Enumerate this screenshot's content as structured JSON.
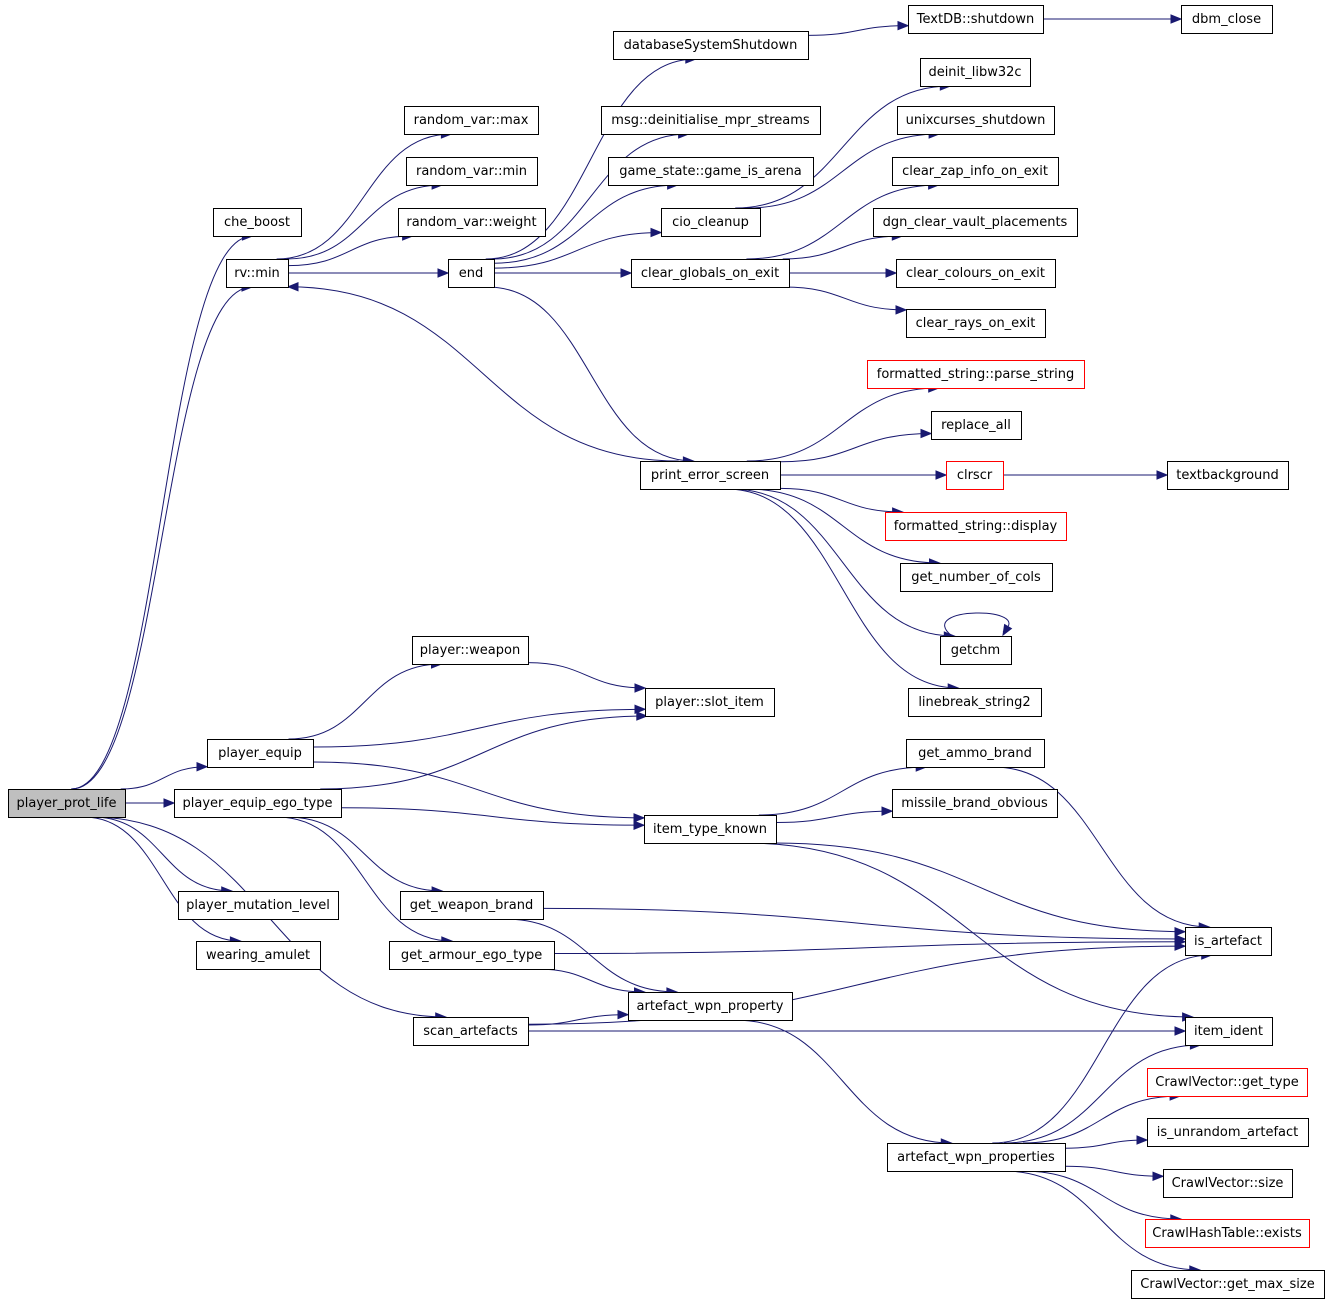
{
  "diagram": {
    "nodes": [
      {
        "id": "player_prot_life",
        "label": "player_prot_life",
        "style": "root"
      },
      {
        "id": "che_boost",
        "label": "che_boost",
        "style": "normal"
      },
      {
        "id": "rv_min",
        "label": "rv::min",
        "style": "normal"
      },
      {
        "id": "random_var_max",
        "label": "random_var::max",
        "style": "normal"
      },
      {
        "id": "random_var_min",
        "label": "random_var::min",
        "style": "normal"
      },
      {
        "id": "random_var_weight",
        "label": "random_var::weight",
        "style": "normal"
      },
      {
        "id": "end",
        "label": "end",
        "style": "normal"
      },
      {
        "id": "databaseSystemShutdown",
        "label": "databaseSystemShutdown",
        "style": "normal"
      },
      {
        "id": "TextDB_shutdown",
        "label": "TextDB::shutdown",
        "style": "normal"
      },
      {
        "id": "dbm_close",
        "label": "dbm_close",
        "style": "normal"
      },
      {
        "id": "msg_deinit",
        "label": "msg::deinitialise_mpr_streams",
        "style": "normal"
      },
      {
        "id": "game_is_arena",
        "label": "game_state::game_is_arena",
        "style": "normal"
      },
      {
        "id": "cio_cleanup",
        "label": "cio_cleanup",
        "style": "normal"
      },
      {
        "id": "deinit_libw32c",
        "label": "deinit_libw32c",
        "style": "normal"
      },
      {
        "id": "unixcurses_shutdown",
        "label": "unixcurses_shutdown",
        "style": "normal"
      },
      {
        "id": "clear_globals_on_exit",
        "label": "clear_globals_on_exit",
        "style": "normal"
      },
      {
        "id": "clear_zap_info_on_exit",
        "label": "clear_zap_info_on_exit",
        "style": "normal"
      },
      {
        "id": "dgn_clear_vault_placements",
        "label": "dgn_clear_vault_placements",
        "style": "normal"
      },
      {
        "id": "clear_colours_on_exit",
        "label": "clear_colours_on_exit",
        "style": "normal"
      },
      {
        "id": "clear_rays_on_exit",
        "label": "clear_rays_on_exit",
        "style": "normal"
      },
      {
        "id": "print_error_screen",
        "label": "print_error_screen",
        "style": "normal"
      },
      {
        "id": "fs_parse_string",
        "label": "formatted_string::parse_string",
        "style": "red"
      },
      {
        "id": "replace_all",
        "label": "replace_all",
        "style": "normal"
      },
      {
        "id": "clrscr",
        "label": "clrscr",
        "style": "red"
      },
      {
        "id": "textbackground",
        "label": "textbackground",
        "style": "normal"
      },
      {
        "id": "fs_display",
        "label": "formatted_string::display",
        "style": "red"
      },
      {
        "id": "get_number_of_cols",
        "label": "get_number_of_cols",
        "style": "normal"
      },
      {
        "id": "getchm",
        "label": "getchm",
        "style": "normal"
      },
      {
        "id": "linebreak_string2",
        "label": "linebreak_string2",
        "style": "normal"
      },
      {
        "id": "player_weapon",
        "label": "player::weapon",
        "style": "normal"
      },
      {
        "id": "player_slot_item",
        "label": "player::slot_item",
        "style": "normal"
      },
      {
        "id": "player_equip",
        "label": "player_equip",
        "style": "normal"
      },
      {
        "id": "player_equip_ego_type",
        "label": "player_equip_ego_type",
        "style": "normal"
      },
      {
        "id": "get_ammo_brand",
        "label": "get_ammo_brand",
        "style": "normal"
      },
      {
        "id": "missile_brand_obvious",
        "label": "missile_brand_obvious",
        "style": "normal"
      },
      {
        "id": "item_type_known",
        "label": "item_type_known",
        "style": "normal"
      },
      {
        "id": "player_mutation_level",
        "label": "player_mutation_level",
        "style": "normal"
      },
      {
        "id": "wearing_amulet",
        "label": "wearing_amulet",
        "style": "normal"
      },
      {
        "id": "get_weapon_brand",
        "label": "get_weapon_brand",
        "style": "normal"
      },
      {
        "id": "get_armour_ego_type",
        "label": "get_armour_ego_type",
        "style": "normal"
      },
      {
        "id": "is_artefact",
        "label": "is_artefact",
        "style": "normal"
      },
      {
        "id": "artefact_wpn_property",
        "label": "artefact_wpn_property",
        "style": "normal"
      },
      {
        "id": "scan_artefacts",
        "label": "scan_artefacts",
        "style": "normal"
      },
      {
        "id": "item_ident",
        "label": "item_ident",
        "style": "normal"
      },
      {
        "id": "cv_get_type",
        "label": "CrawlVector::get_type",
        "style": "red"
      },
      {
        "id": "is_unrandom_artefact",
        "label": "is_unrandom_artefact",
        "style": "normal"
      },
      {
        "id": "artefact_wpn_properties",
        "label": "artefact_wpn_properties",
        "style": "normal"
      },
      {
        "id": "cv_size",
        "label": "CrawlVector::size",
        "style": "normal"
      },
      {
        "id": "cht_exists",
        "label": "CrawlHashTable::exists",
        "style": "red"
      },
      {
        "id": "cv_get_max_size",
        "label": "CrawlVector::get_max_size",
        "style": "normal"
      }
    ],
    "edges": [
      {
        "from": "player_prot_life",
        "to": "che_boost"
      },
      {
        "from": "player_prot_life",
        "to": "rv_min"
      },
      {
        "from": "player_prot_life",
        "to": "player_equip"
      },
      {
        "from": "player_prot_life",
        "to": "player_equip_ego_type"
      },
      {
        "from": "player_prot_life",
        "to": "player_mutation_level"
      },
      {
        "from": "player_prot_life",
        "to": "wearing_amulet"
      },
      {
        "from": "player_prot_life",
        "to": "scan_artefacts"
      },
      {
        "from": "rv_min",
        "to": "random_var_max"
      },
      {
        "from": "rv_min",
        "to": "random_var_min"
      },
      {
        "from": "rv_min",
        "to": "random_var_weight"
      },
      {
        "from": "rv_min",
        "to": "end"
      },
      {
        "from": "end",
        "to": "databaseSystemShutdown"
      },
      {
        "from": "end",
        "to": "msg_deinit"
      },
      {
        "from": "end",
        "to": "game_is_arena"
      },
      {
        "from": "end",
        "to": "cio_cleanup"
      },
      {
        "from": "end",
        "to": "clear_globals_on_exit"
      },
      {
        "from": "end",
        "to": "print_error_screen"
      },
      {
        "from": "databaseSystemShutdown",
        "to": "TextDB_shutdown"
      },
      {
        "from": "TextDB_shutdown",
        "to": "dbm_close"
      },
      {
        "from": "cio_cleanup",
        "to": "deinit_libw32c"
      },
      {
        "from": "cio_cleanup",
        "to": "unixcurses_shutdown"
      },
      {
        "from": "clear_globals_on_exit",
        "to": "clear_zap_info_on_exit"
      },
      {
        "from": "clear_globals_on_exit",
        "to": "dgn_clear_vault_placements"
      },
      {
        "from": "clear_globals_on_exit",
        "to": "clear_colours_on_exit"
      },
      {
        "from": "clear_globals_on_exit",
        "to": "clear_rays_on_exit"
      },
      {
        "from": "print_error_screen",
        "to": "rv_min"
      },
      {
        "from": "print_error_screen",
        "to": "fs_parse_string"
      },
      {
        "from": "print_error_screen",
        "to": "replace_all"
      },
      {
        "from": "print_error_screen",
        "to": "clrscr"
      },
      {
        "from": "print_error_screen",
        "to": "fs_display"
      },
      {
        "from": "print_error_screen",
        "to": "get_number_of_cols"
      },
      {
        "from": "print_error_screen",
        "to": "getchm"
      },
      {
        "from": "print_error_screen",
        "to": "linebreak_string2"
      },
      {
        "from": "clrscr",
        "to": "textbackground"
      },
      {
        "from": "getchm",
        "to": "getchm"
      },
      {
        "from": "player_equip",
        "to": "player_weapon"
      },
      {
        "from": "player_equip",
        "to": "player_slot_item"
      },
      {
        "from": "player_equip",
        "to": "item_type_known"
      },
      {
        "from": "player_weapon",
        "to": "player_slot_item"
      },
      {
        "from": "player_equip_ego_type",
        "to": "player_slot_item"
      },
      {
        "from": "player_equip_ego_type",
        "to": "item_type_known"
      },
      {
        "from": "player_equip_ego_type",
        "to": "get_weapon_brand"
      },
      {
        "from": "player_equip_ego_type",
        "to": "get_armour_ego_type"
      },
      {
        "from": "item_type_known",
        "to": "get_ammo_brand"
      },
      {
        "from": "item_type_known",
        "to": "missile_brand_obvious"
      },
      {
        "from": "item_type_known",
        "to": "is_artefact"
      },
      {
        "from": "item_type_known",
        "to": "item_ident"
      },
      {
        "from": "get_ammo_brand",
        "to": "is_artefact"
      },
      {
        "from": "get_weapon_brand",
        "to": "is_artefact"
      },
      {
        "from": "get_weapon_brand",
        "to": "artefact_wpn_property"
      },
      {
        "from": "get_armour_ego_type",
        "to": "is_artefact"
      },
      {
        "from": "get_armour_ego_type",
        "to": "artefact_wpn_property"
      },
      {
        "from": "scan_artefacts",
        "to": "artefact_wpn_property"
      },
      {
        "from": "scan_artefacts",
        "to": "is_artefact"
      },
      {
        "from": "scan_artefacts",
        "to": "item_ident"
      },
      {
        "from": "artefact_wpn_property",
        "to": "artefact_wpn_properties"
      },
      {
        "from": "artefact_wpn_properties",
        "to": "is_artefact"
      },
      {
        "from": "artefact_wpn_properties",
        "to": "item_ident"
      },
      {
        "from": "artefact_wpn_properties",
        "to": "cv_get_type"
      },
      {
        "from": "artefact_wpn_properties",
        "to": "is_unrandom_artefact"
      },
      {
        "from": "artefact_wpn_properties",
        "to": "cv_size"
      },
      {
        "from": "artefact_wpn_properties",
        "to": "cht_exists"
      },
      {
        "from": "artefact_wpn_properties",
        "to": "cv_get_max_size"
      }
    ],
    "colors": {
      "edge": "#191970",
      "node_border": "#000000",
      "node_border_external": "#ff0000",
      "root_fill": "#bfbfbf",
      "node_fill": "#ffffff"
    }
  }
}
